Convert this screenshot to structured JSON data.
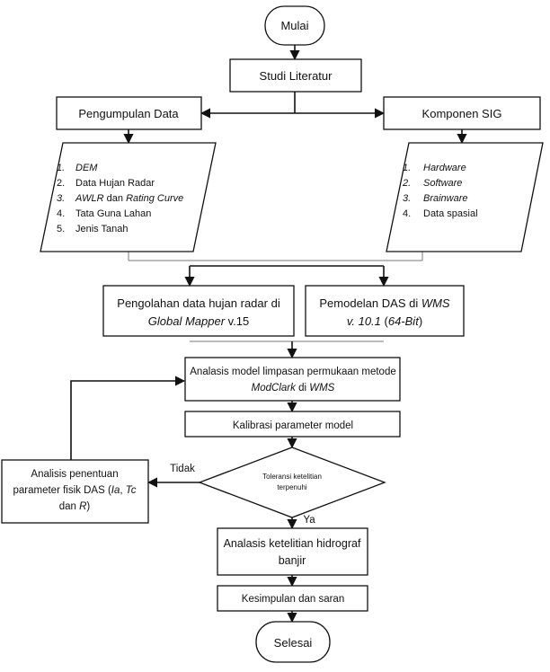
{
  "flow": {
    "start": "Mulai",
    "literature": "Studi Literatur",
    "collect": "Pengumpulan Data",
    "gis": "Komponen SIG",
    "data_items": [
      {
        "num": "1.",
        "parts": [
          {
            "t": "DEM",
            "i": true
          }
        ]
      },
      {
        "num": "2.",
        "parts": [
          {
            "t": "Data Hujan Radar",
            "i": false
          }
        ]
      },
      {
        "num": "3.",
        "parts": [
          {
            "t": "AWLR",
            "i": true
          },
          {
            "t": " dan ",
            "i": false
          },
          {
            "t": "Rating Curve",
            "i": true
          }
        ]
      },
      {
        "num": "4.",
        "parts": [
          {
            "t": "Tata Guna Lahan",
            "i": false
          }
        ]
      },
      {
        "num": "5.",
        "parts": [
          {
            "t": "Jenis Tanah",
            "i": false
          }
        ]
      }
    ],
    "gis_items": [
      {
        "num": "1.",
        "parts": [
          {
            "t": "Hardware",
            "i": true
          }
        ]
      },
      {
        "num": "2.",
        "parts": [
          {
            "t": "Software",
            "i": true
          }
        ]
      },
      {
        "num": "3.",
        "parts": [
          {
            "t": "Brainware",
            "i": true
          }
        ]
      },
      {
        "num": "4.",
        "parts": [
          {
            "t": "Data spasial",
            "i": false
          }
        ]
      }
    ],
    "radar_line1": "Pengolahan data hujan radar di",
    "radar_line2_a": "Global Mapper",
    "radar_line2_b": " v.15",
    "wms_line1_a": "Pemodelan DAS di ",
    "wms_line1_b": "WMS",
    "wms_line2_a": "v. 10.1",
    "wms_line2_b": " (",
    "wms_line2_c": "64-Bit",
    "wms_line2_d": ")",
    "analysis_line1": "Analasis model limpasan permukaan metode",
    "analysis_line2_a": "ModClark",
    "analysis_line2_b": " di ",
    "analysis_line2_c": "WMS",
    "calibration": "Kalibrasi parameter model",
    "tolerance_line1": "Toleransi ketelitian",
    "tolerance_line2": "terpenuhi",
    "no_label": "Tidak",
    "yes_label": "Ya",
    "param_line1": "Analisis penentuan",
    "param_line2_a": "parameter fisik DAS (",
    "param_line2_b": "Ia",
    "param_line2_c": ", ",
    "param_line2_d": "Tc",
    "param_line3_a": "dan ",
    "param_line3_b": "R",
    "param_line3_c": ")",
    "accuracy_line1": "Analasis ketelitian hidrograf",
    "accuracy_line2": "banjir",
    "conclusion": "Kesimpulan dan saran",
    "end": "Selesai"
  }
}
